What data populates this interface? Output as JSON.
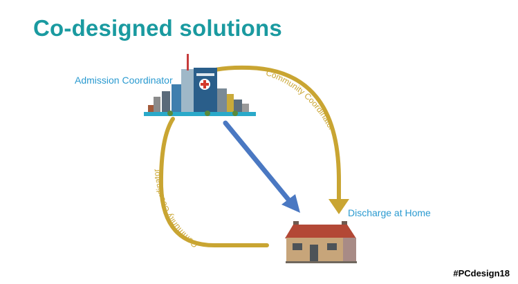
{
  "slide": {
    "title": "Co-designed solutions",
    "hashtag": "#PCdesign18"
  },
  "diagram": {
    "nodes": {
      "admission": "Admission Coordinator",
      "discharge": "Discharge at Home"
    },
    "arcs": {
      "top_right": "Community Coordinator",
      "left": "Community Coordinator"
    }
  },
  "colors": {
    "title": "#1a9aa0",
    "label": "#2a9ad0",
    "arc": "#c9a532",
    "arrow": "#4a78c2",
    "hashtag": "#000000"
  },
  "icons": [
    "hospital-city-icon",
    "house-icon"
  ]
}
